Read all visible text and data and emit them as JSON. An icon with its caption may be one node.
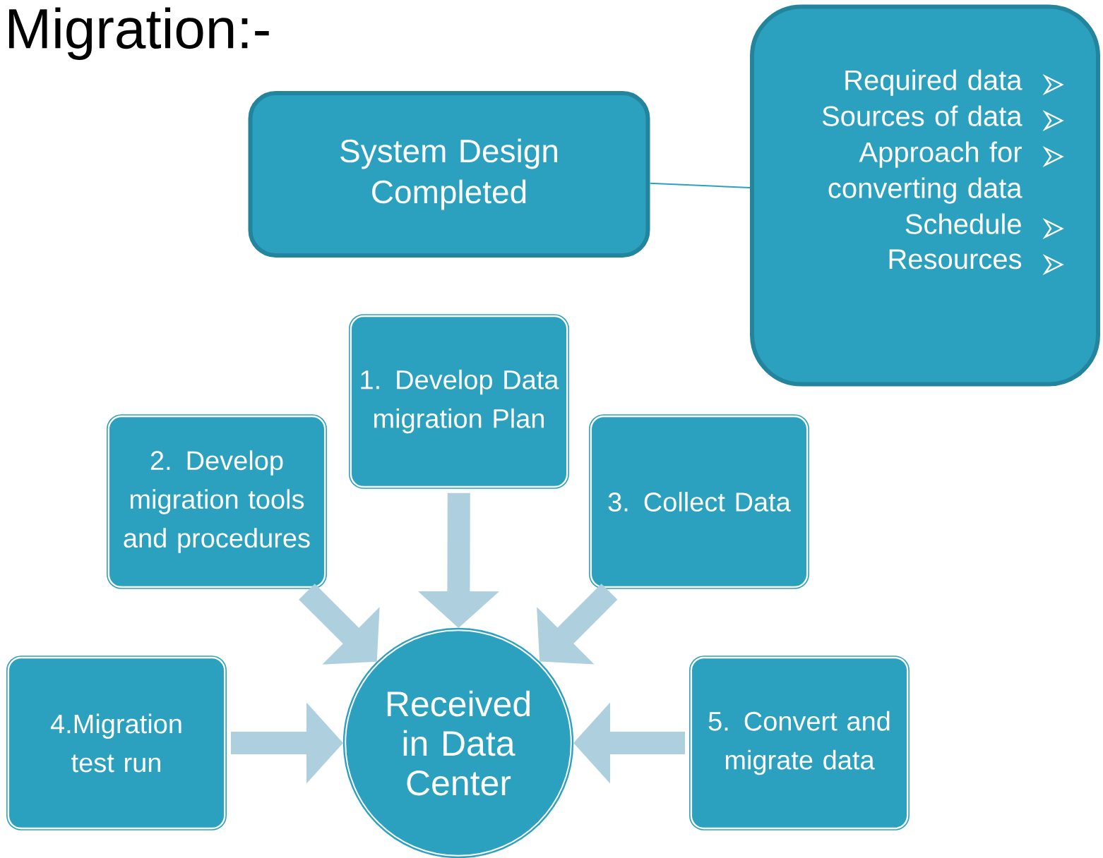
{
  "diagram": {
    "title": "Migration:-",
    "nodes": [
      {
        "text": [
          "System Design Completed"
        ]
      },
      {
        "text": [
          "Required data",
          "Sources of data",
          "Approach for converting data",
          "Schedule",
          "Resources"
        ]
      },
      {
        "text": [
          "1. Develop Data migration Plan"
        ]
      },
      {
        "text": [
          "2. Develop migration tools and procedures"
        ]
      },
      {
        "text": [
          "3. Collect Data"
        ]
      },
      {
        "text": [
          "4.Migration test run"
        ]
      },
      {
        "text": [
          "Received in Data Center"
        ]
      },
      {
        "text": [
          "5. Convert and migrate data"
        ]
      }
    ],
    "edges": [
      {
        "from": 0,
        "to": 1,
        "arrow": "none",
        "color": "#2ca1bf"
      },
      {
        "from": 2,
        "to": 6,
        "arrow": "to"
      },
      {
        "from": 3,
        "to": 6,
        "arrow": "to"
      },
      {
        "from": 4,
        "to": 6,
        "arrow": "to"
      },
      {
        "from": 5,
        "to": 6,
        "arrow": "to"
      },
      {
        "from": 7,
        "to": 6,
        "arrow": "to"
      }
    ]
  }
}
